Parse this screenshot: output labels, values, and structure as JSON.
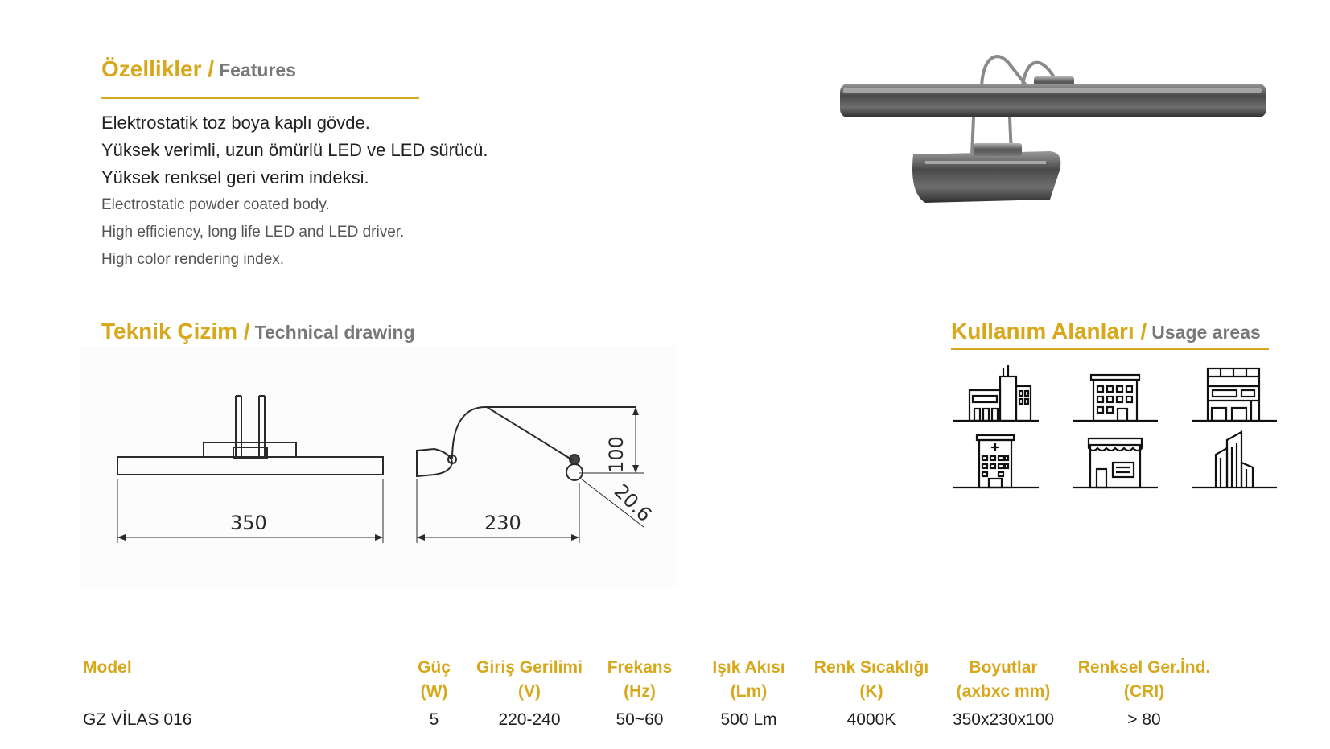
{
  "features": {
    "title_tr": "Özellikler /",
    "title_en": "Features",
    "lines_tr": [
      "Elektrostatik toz boya kaplı  gövde.",
      "Yüksek verimli, uzun ömürlü LED ve LED sürücü.",
      "Yüksek renksel geri verim indeksi."
    ],
    "lines_en": [
      "Electrostatic powder coated body.",
      "High efficiency, long life LED and LED driver.",
      "High color rendering index."
    ]
  },
  "technical": {
    "title_tr": "Teknik Çizim /",
    "title_en": "Technical drawing",
    "dimensions": {
      "a": "350",
      "b": "230",
      "c": "100",
      "d": "20.6"
    }
  },
  "usage": {
    "title_tr": "Kullanım Alanları /",
    "title_en": "Usage areas",
    "icons": [
      "industrial-building-icon",
      "office-building-icon",
      "shopping-mall-icon",
      "hospital-icon",
      "shop-icon",
      "skyscraper-icon"
    ]
  },
  "table": {
    "headers": [
      {
        "l1": "Model",
        "l2": ""
      },
      {
        "l1": "Güç",
        "l2": "(W)"
      },
      {
        "l1": "Giriş Gerilimi",
        "l2": "(V)"
      },
      {
        "l1": "Frekans",
        "l2": "(Hz)"
      },
      {
        "l1": "Işık Akısı",
        "l2": "(Lm)"
      },
      {
        "l1": "Renk Sıcaklığı",
        "l2": "(K)"
      },
      {
        "l1": "Boyutlar",
        "l2": "(axbxc mm)"
      },
      {
        "l1": "Renksel Ger.İnd.",
        "l2": "(CRI)"
      }
    ],
    "row": [
      "GZ VİLAS 016",
      "5",
      "220-240",
      "50~60",
      "500 Lm",
      "4000K",
      "350x230x100",
      "> 80"
    ]
  },
  "colors": {
    "accent": "#d7a81c",
    "subtitle": "#777777",
    "text": "#231f20"
  }
}
